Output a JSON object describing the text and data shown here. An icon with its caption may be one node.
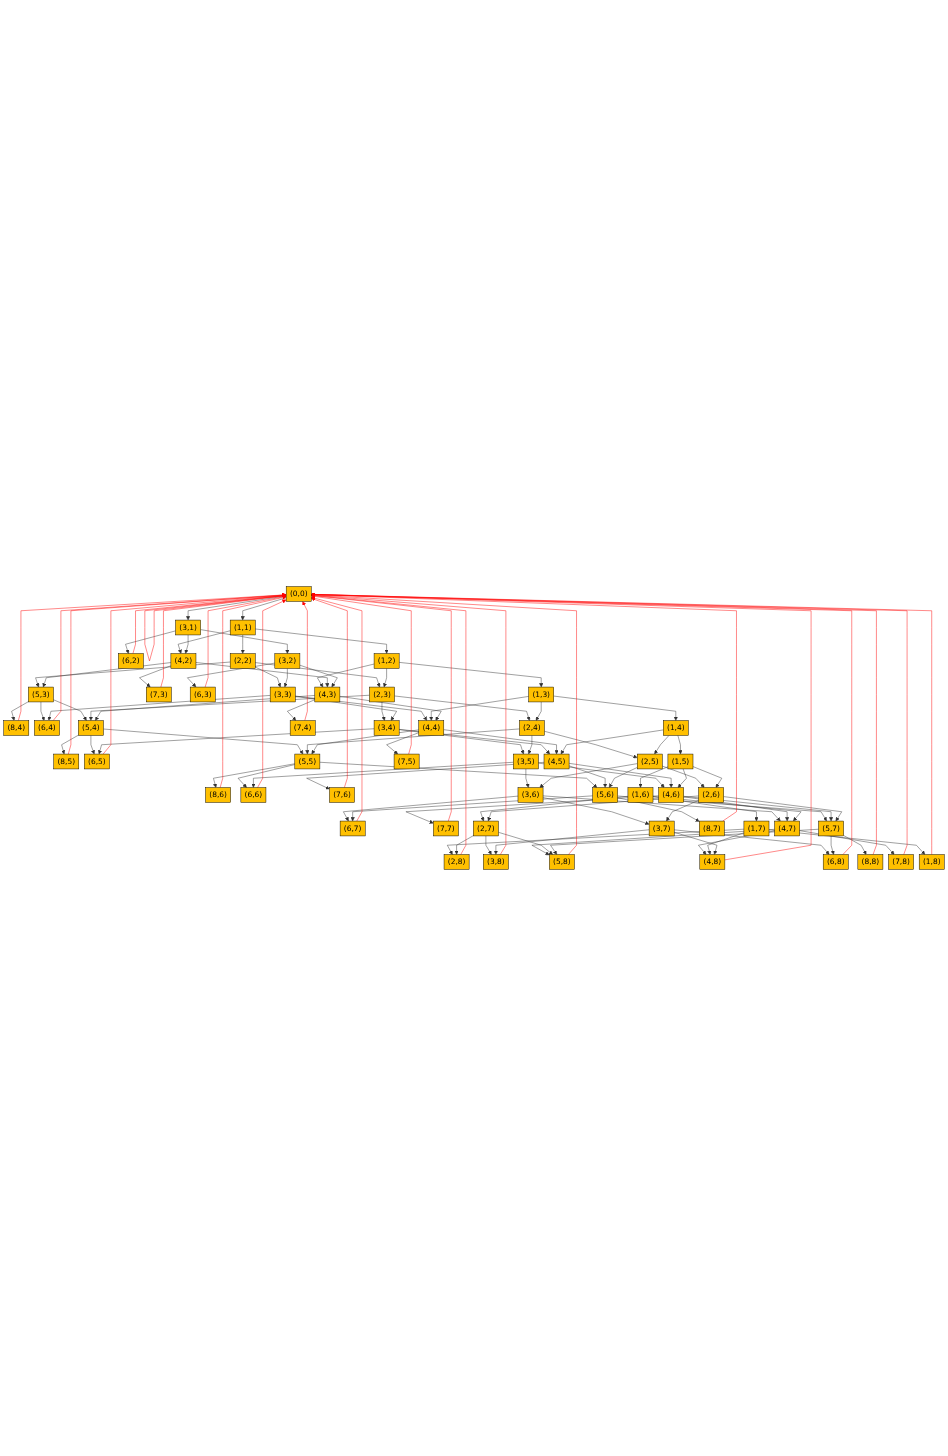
{
  "diagram": {
    "nodes": [
      {
        "text": [
          "(0,0)"
        ]
      },
      {
        "text": [
          "(1,1)"
        ]
      },
      {
        "text": [
          "(3,1)"
        ]
      },
      {
        "text": [
          "(2,2)"
        ]
      },
      {
        "text": [
          "(1,2)"
        ]
      },
      {
        "text": [
          "(4,2)"
        ]
      },
      {
        "text": [
          "(3,2)"
        ]
      },
      {
        "text": [
          "(6,2)"
        ]
      },
      {
        "text": [
          "(5,3)"
        ]
      },
      {
        "text": [
          "(2,3)"
        ]
      },
      {
        "text": [
          "(3,3)"
        ]
      },
      {
        "text": [
          "(1,3)"
        ]
      },
      {
        "text": [
          "(4,3)"
        ]
      },
      {
        "text": [
          "(7,3)"
        ]
      },
      {
        "text": [
          "(6,3)"
        ]
      },
      {
        "text": [
          "(8,4)"
        ]
      },
      {
        "text": [
          "(6,4)"
        ]
      },
      {
        "text": [
          "(5,4)"
        ]
      },
      {
        "text": [
          "(3,4)"
        ]
      },
      {
        "text": [
          "(2,4)"
        ]
      },
      {
        "text": [
          "(4,4)"
        ]
      },
      {
        "text": [
          "(1,4)"
        ]
      },
      {
        "text": [
          "(7,4)"
        ]
      },
      {
        "text": [
          "(8,5)"
        ]
      },
      {
        "text": [
          "(6,5)"
        ]
      },
      {
        "text": [
          "(5,5)"
        ]
      },
      {
        "text": [
          "(3,5)"
        ]
      },
      {
        "text": [
          "(4,5)"
        ]
      },
      {
        "text": [
          "(2,5)"
        ]
      },
      {
        "text": [
          "(1,5)"
        ]
      },
      {
        "text": [
          "(7,5)"
        ]
      },
      {
        "text": [
          "(8,6)"
        ]
      },
      {
        "text": [
          "(6,6)"
        ]
      },
      {
        "text": [
          "(7,6)"
        ]
      },
      {
        "text": [
          "(3,6)"
        ]
      },
      {
        "text": [
          "(5,6)"
        ]
      },
      {
        "text": [
          "(4,6)"
        ]
      },
      {
        "text": [
          "(1,6)"
        ]
      },
      {
        "text": [
          "(2,6)"
        ]
      },
      {
        "text": [
          "(6,7)"
        ]
      },
      {
        "text": [
          "(7,7)"
        ]
      },
      {
        "text": [
          "(4,7)"
        ]
      },
      {
        "text": [
          "(1,7)"
        ]
      },
      {
        "text": [
          "(2,7)"
        ]
      },
      {
        "text": [
          "(3,7)"
        ]
      },
      {
        "text": [
          "(5,7)"
        ]
      },
      {
        "text": [
          "(8,7)"
        ]
      },
      {
        "text": [
          "(7,8)"
        ]
      },
      {
        "text": [
          "(1,8)"
        ]
      },
      {
        "text": [
          "(2,8)"
        ]
      },
      {
        "text": [
          "(5,8)"
        ]
      },
      {
        "text": [
          "(4,8)"
        ]
      },
      {
        "text": [
          "(3,8)"
        ]
      },
      {
        "text": [
          "(6,8)"
        ]
      },
      {
        "text": [
          "(8,8)"
        ]
      }
    ],
    "edges": [
      {
        "from": 0,
        "to": 1,
        "arrow": "to"
      },
      {
        "from": 0,
        "to": 2,
        "arrow": "to"
      },
      {
        "from": 1,
        "to": 3,
        "arrow": "to"
      },
      {
        "from": 1,
        "to": 4,
        "arrow": "to"
      },
      {
        "from": 1,
        "to": 5,
        "arrow": "to"
      },
      {
        "from": 2,
        "to": 5,
        "arrow": "to"
      },
      {
        "from": 2,
        "to": 6,
        "arrow": "to"
      },
      {
        "from": 2,
        "to": 7,
        "arrow": "to"
      },
      {
        "from": 3,
        "to": 9,
        "arrow": "to"
      },
      {
        "from": 3,
        "to": 10,
        "arrow": "to"
      },
      {
        "from": 3,
        "to": 8,
        "arrow": "to"
      },
      {
        "from": 4,
        "to": 11,
        "arrow": "to"
      },
      {
        "from": 4,
        "to": 9,
        "arrow": "to"
      },
      {
        "from": 4,
        "to": 12,
        "arrow": "to"
      },
      {
        "from": 5,
        "to": 12,
        "arrow": "to"
      },
      {
        "from": 5,
        "to": 8,
        "arrow": "to"
      },
      {
        "from": 5,
        "to": 13,
        "arrow": "to"
      },
      {
        "from": 6,
        "to": 10,
        "arrow": "to"
      },
      {
        "from": 6,
        "to": 12,
        "arrow": "to"
      },
      {
        "from": 6,
        "to": 14,
        "arrow": "to"
      },
      {
        "from": 8,
        "to": 17,
        "arrow": "to"
      },
      {
        "from": 8,
        "to": 16,
        "arrow": "to"
      },
      {
        "from": 8,
        "to": 15,
        "arrow": "to"
      },
      {
        "from": 9,
        "to": 19,
        "arrow": "to"
      },
      {
        "from": 9,
        "to": 18,
        "arrow": "to"
      },
      {
        "from": 9,
        "to": 17,
        "arrow": "to"
      },
      {
        "from": 10,
        "to": 18,
        "arrow": "to"
      },
      {
        "from": 10,
        "to": 20,
        "arrow": "to"
      },
      {
        "from": 10,
        "to": 16,
        "arrow": "to"
      },
      {
        "from": 11,
        "to": 21,
        "arrow": "to"
      },
      {
        "from": 11,
        "to": 19,
        "arrow": "to"
      },
      {
        "from": 11,
        "to": 20,
        "arrow": "to"
      },
      {
        "from": 12,
        "to": 20,
        "arrow": "to"
      },
      {
        "from": 12,
        "to": 17,
        "arrow": "to"
      },
      {
        "from": 12,
        "to": 22,
        "arrow": "to"
      },
      {
        "from": 17,
        "to": 25,
        "arrow": "to"
      },
      {
        "from": 17,
        "to": 24,
        "arrow": "to"
      },
      {
        "from": 17,
        "to": 23,
        "arrow": "to"
      },
      {
        "from": 18,
        "to": 26,
        "arrow": "to"
      },
      {
        "from": 18,
        "to": 27,
        "arrow": "to"
      },
      {
        "from": 18,
        "to": 24,
        "arrow": "to"
      },
      {
        "from": 19,
        "to": 28,
        "arrow": "to"
      },
      {
        "from": 19,
        "to": 26,
        "arrow": "to"
      },
      {
        "from": 19,
        "to": 25,
        "arrow": "to"
      },
      {
        "from": 20,
        "to": 27,
        "arrow": "to"
      },
      {
        "from": 20,
        "to": 25,
        "arrow": "to"
      },
      {
        "from": 20,
        "to": 30,
        "arrow": "to"
      },
      {
        "from": 21,
        "to": 29,
        "arrow": "to"
      },
      {
        "from": 21,
        "to": 28,
        "arrow": "to"
      },
      {
        "from": 21,
        "to": 27,
        "arrow": "to"
      },
      {
        "from": 25,
        "to": 35,
        "arrow": "to"
      },
      {
        "from": 25,
        "to": 32,
        "arrow": "to"
      },
      {
        "from": 25,
        "to": 31,
        "arrow": "to"
      },
      {
        "from": 26,
        "to": 34,
        "arrow": "to"
      },
      {
        "from": 26,
        "to": 36,
        "arrow": "to"
      },
      {
        "from": 26,
        "to": 32,
        "arrow": "to"
      },
      {
        "from": 27,
        "to": 36,
        "arrow": "to"
      },
      {
        "from": 27,
        "to": 35,
        "arrow": "to"
      },
      {
        "from": 27,
        "to": 33,
        "arrow": "to"
      },
      {
        "from": 28,
        "to": 38,
        "arrow": "to"
      },
      {
        "from": 28,
        "to": 34,
        "arrow": "to"
      },
      {
        "from": 28,
        "to": 35,
        "arrow": "to"
      },
      {
        "from": 29,
        "to": 37,
        "arrow": "to"
      },
      {
        "from": 29,
        "to": 38,
        "arrow": "to"
      },
      {
        "from": 29,
        "to": 36,
        "arrow": "to"
      },
      {
        "from": 34,
        "to": 44,
        "arrow": "to"
      },
      {
        "from": 34,
        "to": 41,
        "arrow": "to"
      },
      {
        "from": 34,
        "to": 39,
        "arrow": "to"
      },
      {
        "from": 35,
        "to": 45,
        "arrow": "to"
      },
      {
        "from": 35,
        "to": 39,
        "arrow": "to"
      },
      {
        "from": 35,
        "to": 46,
        "arrow": "to"
      },
      {
        "from": 36,
        "to": 41,
        "arrow": "to"
      },
      {
        "from": 36,
        "to": 45,
        "arrow": "to"
      },
      {
        "from": 36,
        "to": 40,
        "arrow": "to"
      },
      {
        "from": 37,
        "to": 42,
        "arrow": "to"
      },
      {
        "from": 37,
        "to": 43,
        "arrow": "to"
      },
      {
        "from": 37,
        "to": 41,
        "arrow": "to"
      },
      {
        "from": 38,
        "to": 43,
        "arrow": "to"
      },
      {
        "from": 38,
        "to": 44,
        "arrow": "to"
      },
      {
        "from": 38,
        "to": 45,
        "arrow": "to"
      },
      {
        "from": 41,
        "to": 51,
        "arrow": "to"
      },
      {
        "from": 41,
        "to": 50,
        "arrow": "to"
      },
      {
        "from": 41,
        "to": 47,
        "arrow": "to"
      },
      {
        "from": 42,
        "to": 48,
        "arrow": "to"
      },
      {
        "from": 42,
        "to": 49,
        "arrow": "to"
      },
      {
        "from": 42,
        "to": 51,
        "arrow": "to"
      },
      {
        "from": 43,
        "to": 49,
        "arrow": "to"
      },
      {
        "from": 43,
        "to": 52,
        "arrow": "to"
      },
      {
        "from": 43,
        "to": 50,
        "arrow": "to"
      },
      {
        "from": 44,
        "to": 52,
        "arrow": "to"
      },
      {
        "from": 44,
        "to": 51,
        "arrow": "to"
      },
      {
        "from": 44,
        "to": 53,
        "arrow": "to"
      },
      {
        "from": 45,
        "to": 50,
        "arrow": "to"
      },
      {
        "from": 45,
        "to": 53,
        "arrow": "to"
      },
      {
        "from": 45,
        "to": 54,
        "arrow": "to"
      },
      {
        "from": 0,
        "to": 0,
        "arrow": "to",
        "color": "#ff0000"
      },
      {
        "from": 7,
        "to": 0,
        "arrow": "to",
        "color": "#ff0000"
      },
      {
        "from": 13,
        "to": 0,
        "arrow": "to",
        "color": "#ff0000"
      },
      {
        "from": 14,
        "to": 0,
        "arrow": "to",
        "color": "#ff0000"
      },
      {
        "from": 15,
        "to": 0,
        "arrow": "to",
        "color": "#ff0000"
      },
      {
        "from": 16,
        "to": 0,
        "arrow": "to",
        "color": "#ff0000"
      },
      {
        "from": 22,
        "to": 0,
        "arrow": "to",
        "color": "#ff0000"
      },
      {
        "from": 23,
        "to": 0,
        "arrow": "to",
        "color": "#ff0000"
      },
      {
        "from": 24,
        "to": 0,
        "arrow": "to",
        "color": "#ff0000"
      },
      {
        "from": 30,
        "to": 0,
        "arrow": "to",
        "color": "#ff0000"
      },
      {
        "from": 31,
        "to": 0,
        "arrow": "to",
        "color": "#ff0000"
      },
      {
        "from": 32,
        "to": 0,
        "arrow": "to",
        "color": "#ff0000"
      },
      {
        "from": 33,
        "to": 0,
        "arrow": "to",
        "color": "#ff0000"
      },
      {
        "from": 39,
        "to": 0,
        "arrow": "to",
        "color": "#ff0000"
      },
      {
        "from": 40,
        "to": 0,
        "arrow": "to",
        "color": "#ff0000"
      },
      {
        "from": 46,
        "to": 0,
        "arrow": "to",
        "color": "#ff0000"
      },
      {
        "from": 47,
        "to": 0,
        "arrow": "to",
        "color": "#ff0000"
      },
      {
        "from": 48,
        "to": 0,
        "arrow": "to",
        "color": "#ff0000"
      },
      {
        "from": 49,
        "to": 0,
        "arrow": "to",
        "color": "#ff0000"
      },
      {
        "from": 50,
        "to": 0,
        "arrow": "to",
        "color": "#ff0000"
      },
      {
        "from": 51,
        "to": 0,
        "arrow": "to",
        "color": "#ff0000"
      },
      {
        "from": 52,
        "to": 0,
        "arrow": "to",
        "color": "#ff0000"
      },
      {
        "from": 53,
        "to": 0,
        "arrow": "to",
        "color": "#ff0000"
      },
      {
        "from": 54,
        "to": 0,
        "arrow": "to",
        "color": "#ff0000"
      }
    ]
  }
}
